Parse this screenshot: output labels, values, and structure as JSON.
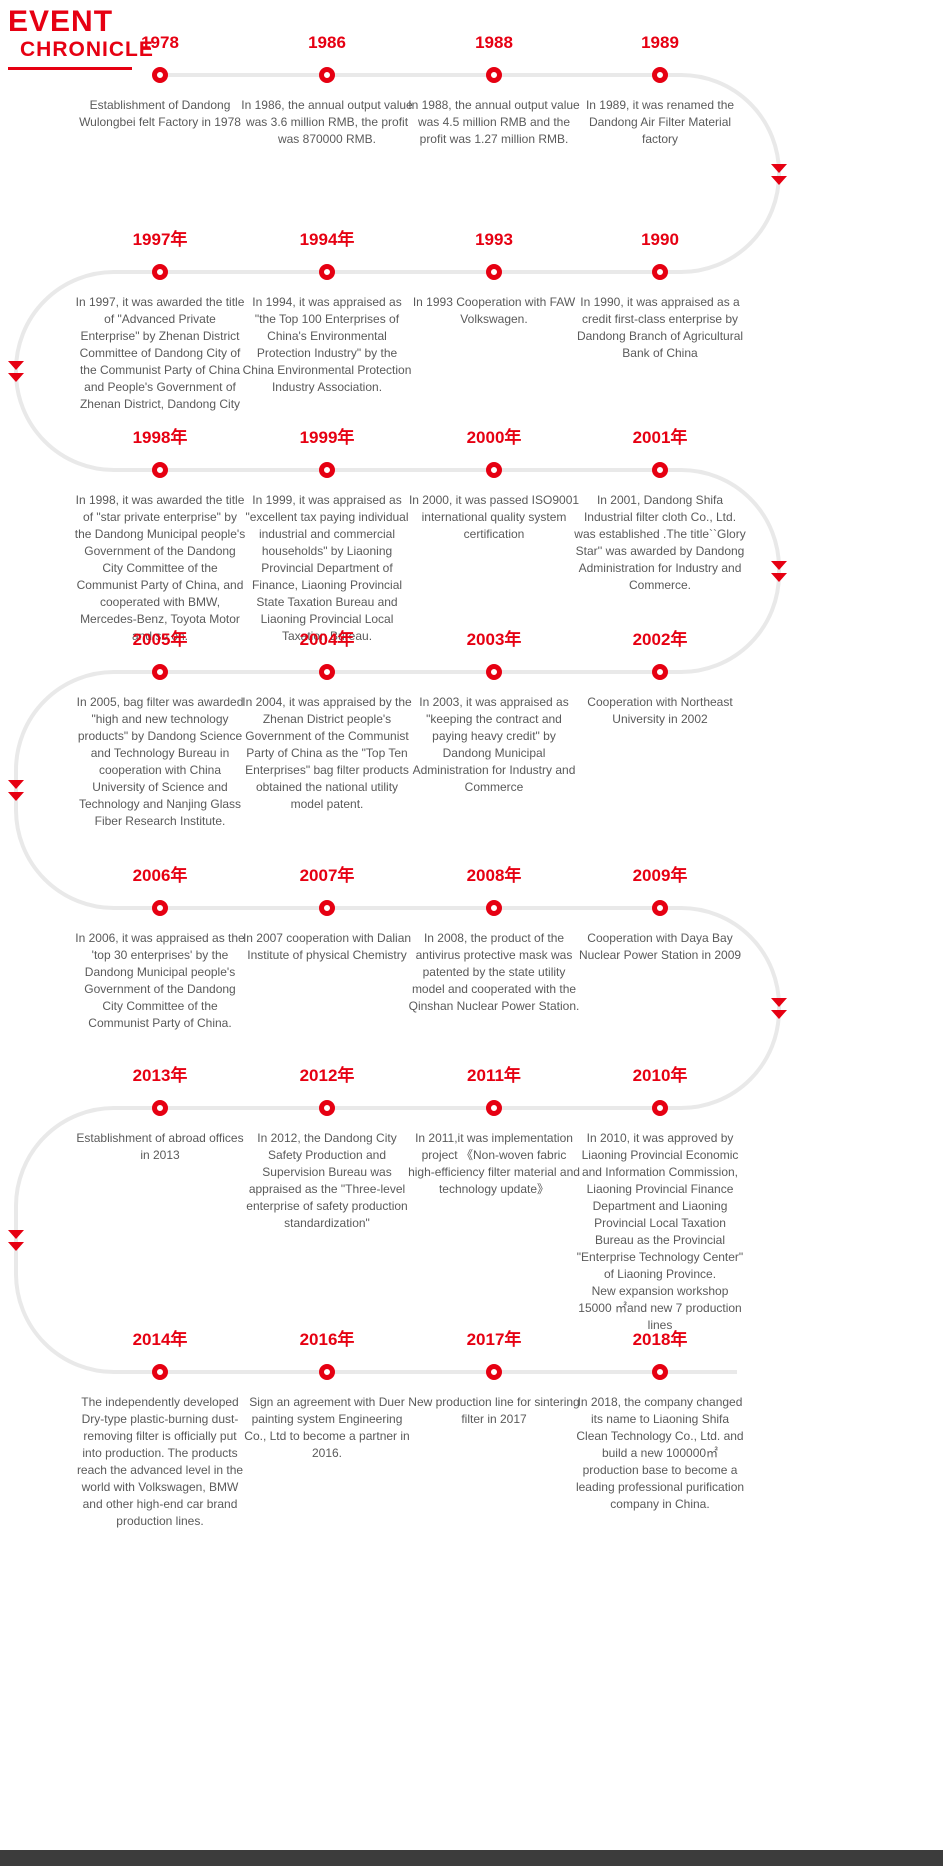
{
  "title": {
    "line1": "EVENT",
    "line2": "CHRONICLE"
  },
  "colors": {
    "accent": "#e60012",
    "timeline": "#e9e9e9",
    "text": "#5a5a5a",
    "footer": "#3c3c3c"
  },
  "rows": [
    {
      "items": [
        {
          "year": "1978",
          "text": "Establishment of Dandong Wulongbei felt Factory in 1978"
        },
        {
          "year": "1986",
          "text": "In 1986, the annual output value was 3.6 million RMB, the profit was 870000 RMB."
        },
        {
          "year": "1988",
          "text": "In 1988, the annual output value was 4.5 million RMB and the profit was 1.27 million RMB."
        },
        {
          "year": "1989",
          "text": "In 1989, it was renamed the Dandong Air Filter Material factory"
        }
      ]
    },
    {
      "items": [
        {
          "year": "1997年",
          "text": "In 1997, it was awarded the title of \"Advanced Private Enterprise\" by Zhenan District Committee of Dandong City of the Communist Party of China and People's Government of Zhenan District, Dandong City"
        },
        {
          "year": "1994年",
          "text": "In 1994, it was appraised as \"the Top 100 Enterprises of China's Environmental Protection Industry\" by the China Environmental Protection Industry Association."
        },
        {
          "year": "1993",
          "text": "In 1993 Cooperation with FAW Volkswagen."
        },
        {
          "year": "1990",
          "text": "In 1990, it was appraised as a credit first-class enterprise by Dandong Branch of Agricultural Bank of China"
        }
      ]
    },
    {
      "items": [
        {
          "year": "1998年",
          "text": "In 1998, it was awarded the title of \"star private enterprise\" by the Dandong Municipal people's Government of the Dandong City Committee of the Communist Party of China, and cooperated with BMW, Mercedes-Benz, Toyota Motor and so on."
        },
        {
          "year": "1999年",
          "text": "In 1999, it was appraised as \"excellent tax paying individual industrial and commercial households\" by Liaoning Provincial Department of Finance, Liaoning Provincial State Taxation Bureau and Liaoning Provincial Local Taxation Bureau."
        },
        {
          "year": "2000年",
          "text": "In 2000, it was passed ISO9001 international quality system certification"
        },
        {
          "year": "2001年",
          "text": "In 2001, Dandong Shifa Industrial filter cloth Co., Ltd. was established .The title``Glory Star'' was awarded by Dandong Administration for Industry and Commerce."
        }
      ]
    },
    {
      "items": [
        {
          "year": "2005年",
          "text": "In 2005, bag filter was awarded \"high and new technology products\" by Dandong Science and Technology Bureau in cooperation with China University of Science and Technology and Nanjing Glass Fiber Research Institute."
        },
        {
          "year": "2004年",
          "text": "In 2004, it was appraised by the Zhenan District people's Government of the Communist Party of China as the \"Top Ten Enterprises\" bag filter products obtained the national utility model patent."
        },
        {
          "year": "2003年",
          "text": "In 2003, it was appraised as \"keeping the contract and paying heavy credit\" by Dandong Municipal Administration for Industry and Commerce"
        },
        {
          "year": "2002年",
          "text": "Cooperation with Northeast University in 2002"
        }
      ]
    },
    {
      "items": [
        {
          "year": "2006年",
          "text": "In 2006, it was appraised as the 'top 30 enterprises' by the Dandong Municipal people's Government of the Dandong City Committee of the Communist Party of China."
        },
        {
          "year": "2007年",
          "text": "In 2007 cooperation with Dalian Institute of physical Chemistry"
        },
        {
          "year": "2008年",
          "text": "In 2008, the product of the antivirus protective mask was patented by the state utility model and cooperated with the Qinshan Nuclear Power Station."
        },
        {
          "year": "2009年",
          "text": "Cooperation with Daya Bay Nuclear Power Station in 2009"
        }
      ]
    },
    {
      "items": [
        {
          "year": "2013年",
          "text": "Establishment of abroad offices in 2013"
        },
        {
          "year": "2012年",
          "text": "In 2012, the Dandong City Safety Production and Supervision Bureau was appraised as the \"Three-level enterprise of safety production standardization\""
        },
        {
          "year": "2011年",
          "text": "In  2011,it was implementation project 《Non-woven fabric high-efficiency filter material and technology update》"
        },
        {
          "year": "2010年",
          "text": "In 2010, it was approved by Liaoning Provincial Economic and Information Commission, Liaoning Provincial Finance Department and Liaoning Provincial Local Taxation Bureau as the Provincial \"Enterprise Technology Center\" of Liaoning Province.\nNew expansion workshop 15000 ㎡and new 7 production lines"
        }
      ]
    },
    {
      "items": [
        {
          "year": "2014年",
          "text": "The independently developed Dry-type plastic-burning dust-removing filter is officially put into production. The products reach the advanced level in the world with Volkswagen, BMW and other high-end car brand production lines."
        },
        {
          "year": "2016年",
          "text": "Sign an agreement with Duer painting system Engineering Co., Ltd to become a partner in 2016."
        },
        {
          "year": "2017年",
          "text": "New production line for sintering filter in 2017"
        },
        {
          "year": "2018年",
          "text": "In 2018, the company changed its name to Liaoning Shifa Clean Technology Co., Ltd. and build a new 100000㎡ production base to become a leading professional purification company in China."
        }
      ]
    }
  ]
}
